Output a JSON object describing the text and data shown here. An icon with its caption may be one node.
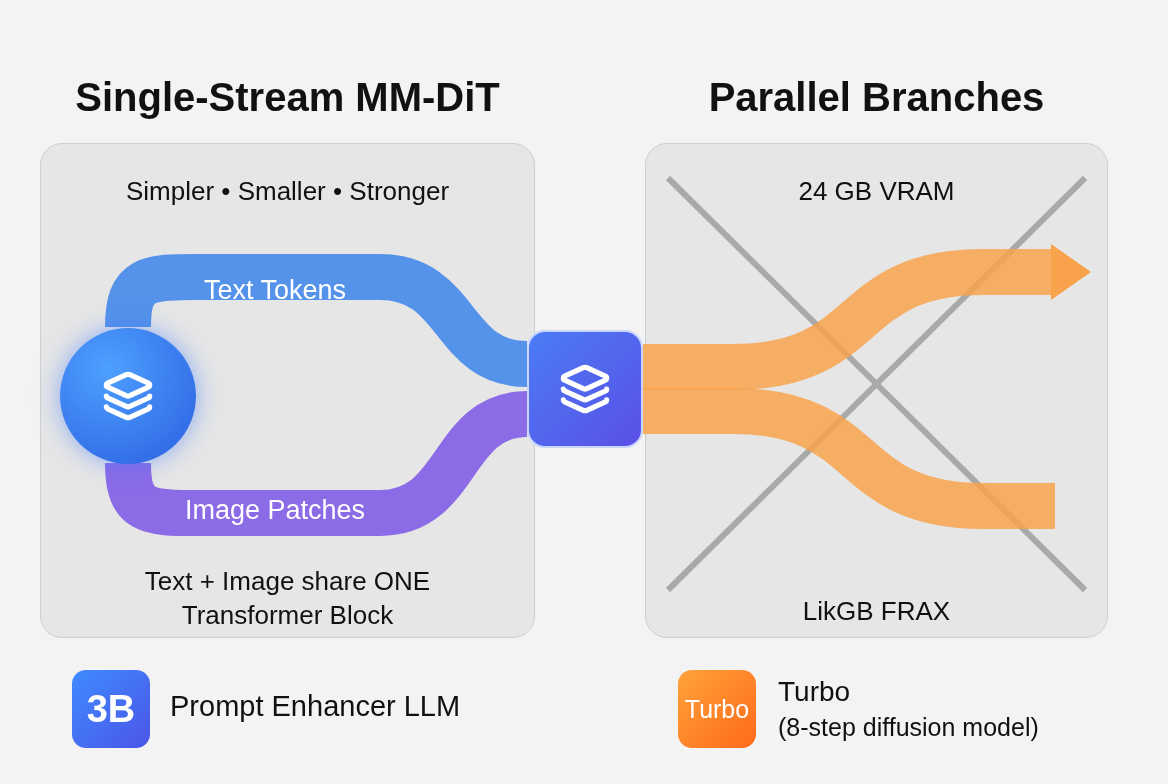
{
  "diagram": {
    "nodes": [
      {
        "text": [
          "Single-Stream MM-DiT",
          "Simpler • Smaller • Stronger",
          "Text + Image share ONE Transformer Block"
        ]
      },
      {
        "text": [],
        "shape": "circle",
        "in": 0
      },
      {
        "text": [],
        "shape": "box"
      },
      {
        "text": [
          "Parallel Branches",
          "24 GB VRAM",
          "LikGB FRAX"
        ]
      },
      {
        "text": [
          "3B"
        ],
        "beside": [
          "Prompt Enhancer LLM"
        ]
      },
      {
        "text": [
          "Turbo"
        ],
        "beside": [
          "Turbo",
          "(8-step diffusion model)"
        ]
      }
    ],
    "edges": [
      {
        "from": 1,
        "to": 2,
        "arrow": "none",
        "label": "Text Tokens",
        "color": "#3b82ea"
      },
      {
        "from": 1,
        "to": 2,
        "arrow": "none",
        "label": "Image Patches",
        "color": "#7b55e6"
      },
      {
        "from": 2,
        "to": 3,
        "arrow": "to",
        "color": "#f8a24c"
      },
      {
        "from": 2,
        "to": 3,
        "arrow": "none",
        "color": "#f8a24c"
      }
    ]
  }
}
